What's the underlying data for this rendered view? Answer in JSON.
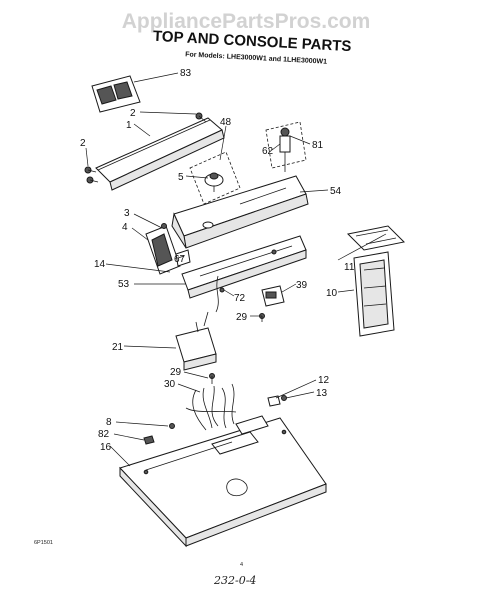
{
  "watermark": "AppliancePartsPros.com",
  "title": "TOP AND CONSOLE PARTS",
  "subtitle": "For Models: LHE3000W1 and 1LHE3000W1",
  "callouts": [
    {
      "id": "83",
      "label": "83"
    },
    {
      "id": "2a",
      "label": "2"
    },
    {
      "id": "1",
      "label": "1"
    },
    {
      "id": "48",
      "label": "48"
    },
    {
      "id": "2b",
      "label": "2"
    },
    {
      "id": "5",
      "label": "5"
    },
    {
      "id": "62",
      "label": "62"
    },
    {
      "id": "81",
      "label": "81"
    },
    {
      "id": "54",
      "label": "54"
    },
    {
      "id": "3",
      "label": "3"
    },
    {
      "id": "4",
      "label": "4"
    },
    {
      "id": "67",
      "label": "67"
    },
    {
      "id": "14",
      "label": "14"
    },
    {
      "id": "11",
      "label": "11"
    },
    {
      "id": "53",
      "label": "53"
    },
    {
      "id": "72",
      "label": "72"
    },
    {
      "id": "39",
      "label": "39"
    },
    {
      "id": "29a",
      "label": "29"
    },
    {
      "id": "10",
      "label": "10"
    },
    {
      "id": "21",
      "label": "21"
    },
    {
      "id": "29b",
      "label": "29"
    },
    {
      "id": "30",
      "label": "30"
    },
    {
      "id": "12",
      "label": "12"
    },
    {
      "id": "13",
      "label": "13"
    },
    {
      "id": "8",
      "label": "8"
    },
    {
      "id": "82",
      "label": "82"
    },
    {
      "id": "16",
      "label": "16"
    }
  ],
  "footer": {
    "code": "6P1501",
    "page_number": "4",
    "handwritten": "232-0-4"
  }
}
